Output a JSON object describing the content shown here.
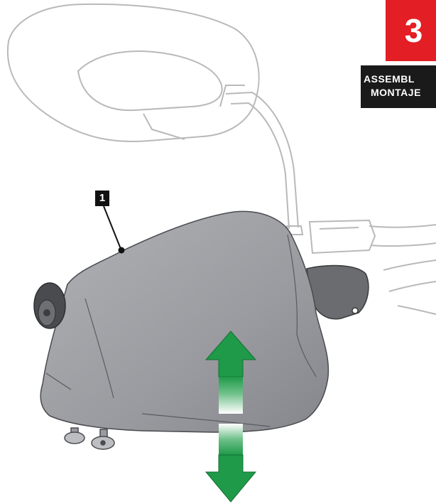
{
  "step": {
    "number": "3",
    "badge_color": "#e31e24"
  },
  "section": {
    "label_line1": "ASSEMBL",
    "label_line2": "MONTAJE",
    "label_bg": "#1a1a1a"
  },
  "illustration": {
    "parts": [
      "mirror-icon",
      "handguard-icon",
      "brake-reservoir-icon",
      "screw-icon",
      "adjust-arrow-icon"
    ],
    "handguard_color": "#9a9ba0",
    "arrow_color": "#1e9a48"
  },
  "callout": {
    "label": "1"
  }
}
